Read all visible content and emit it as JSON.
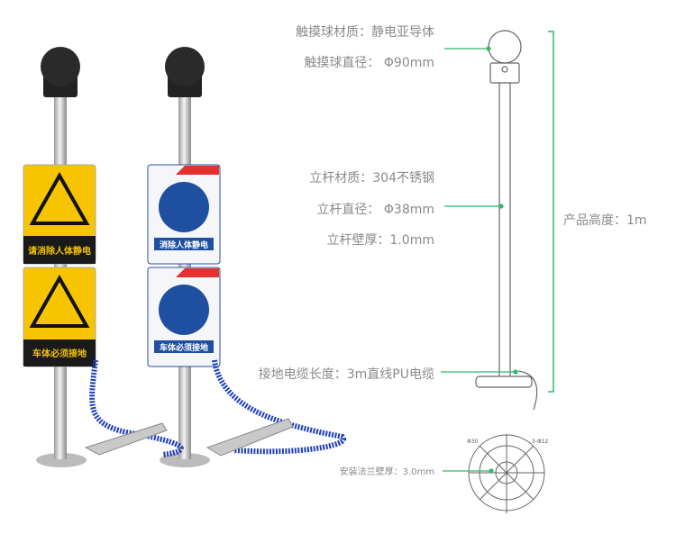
{
  "specs": {
    "ball_material": "触摸球材质：静电亚导体",
    "ball_diameter": "触摸球直径： Φ90mm",
    "pole_material": "立杆材质：304不锈钢",
    "pole_diameter": "立杆直径： Φ38mm",
    "pole_wall": "立杆壁厚：1.0mm",
    "cable_length": "接地电缆长度：3m直线PU电缆",
    "product_height": "产品高度：1m",
    "flange_wall": "安装法兰壁厚：3.0mm"
  },
  "flange_marks": {
    "hole_left": "Φ30",
    "hole_right": "3-Φ12"
  },
  "signs": {
    "yellow_top": "请消除人体静电",
    "yellow_bottom": "车体必须接地",
    "blue_top": "消除人体静电",
    "blue_bottom": "车体必须接地"
  },
  "colors": {
    "accent_line": "#2fb866",
    "sign_yellow": "#f6c400",
    "sign_blue": "#1f4fa0",
    "cable": "#1f3fb8"
  }
}
